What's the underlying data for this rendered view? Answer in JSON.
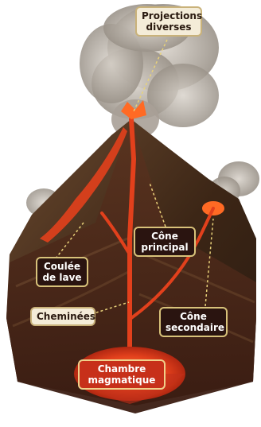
{
  "diagram": {
    "labels": {
      "projections_1": "Projections",
      "projections_2": "diverses",
      "cone_principal_1": "Cône",
      "cone_principal_2": "principal",
      "coulee_1": "Coulée",
      "coulee_2": "de lave",
      "cheminees": "Cheminées",
      "cone_secondaire_1": "Cône",
      "cone_secondaire_2": "secondaire",
      "chambre_1": "Chambre",
      "chambre_2": "magmatique"
    },
    "colors": {
      "lava": "#e2401c",
      "lava_bright": "#ff7a2a",
      "rock_dark": "#3a2418",
      "rock_mid": "#5a3a24",
      "smoke": "#b8b0a6",
      "leader": "#e8d27a"
    }
  }
}
